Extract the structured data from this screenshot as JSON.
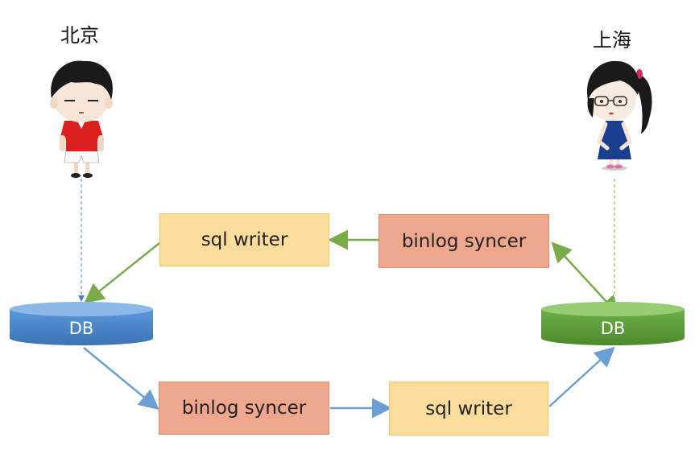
{
  "cities": {
    "left": "北京",
    "right": "上海"
  },
  "databases": {
    "left": {
      "label": "DB",
      "color": "#4a86cf"
    },
    "right": {
      "label": "DB",
      "color": "#5e9e3c"
    }
  },
  "boxes": {
    "top_writer": "sql writer",
    "top_syncer": "binlog syncer",
    "bottom_syncer": "binlog syncer",
    "bottom_writer": "sql writer"
  },
  "colors": {
    "green_arrow": "#7aab4a",
    "blue_arrow": "#6b9fd4",
    "writer_fill": "#fbdc9a",
    "syncer_fill": "#eea78c"
  },
  "icons": {
    "left_user": "boy-avatar-icon",
    "right_user": "girl-avatar-icon"
  }
}
